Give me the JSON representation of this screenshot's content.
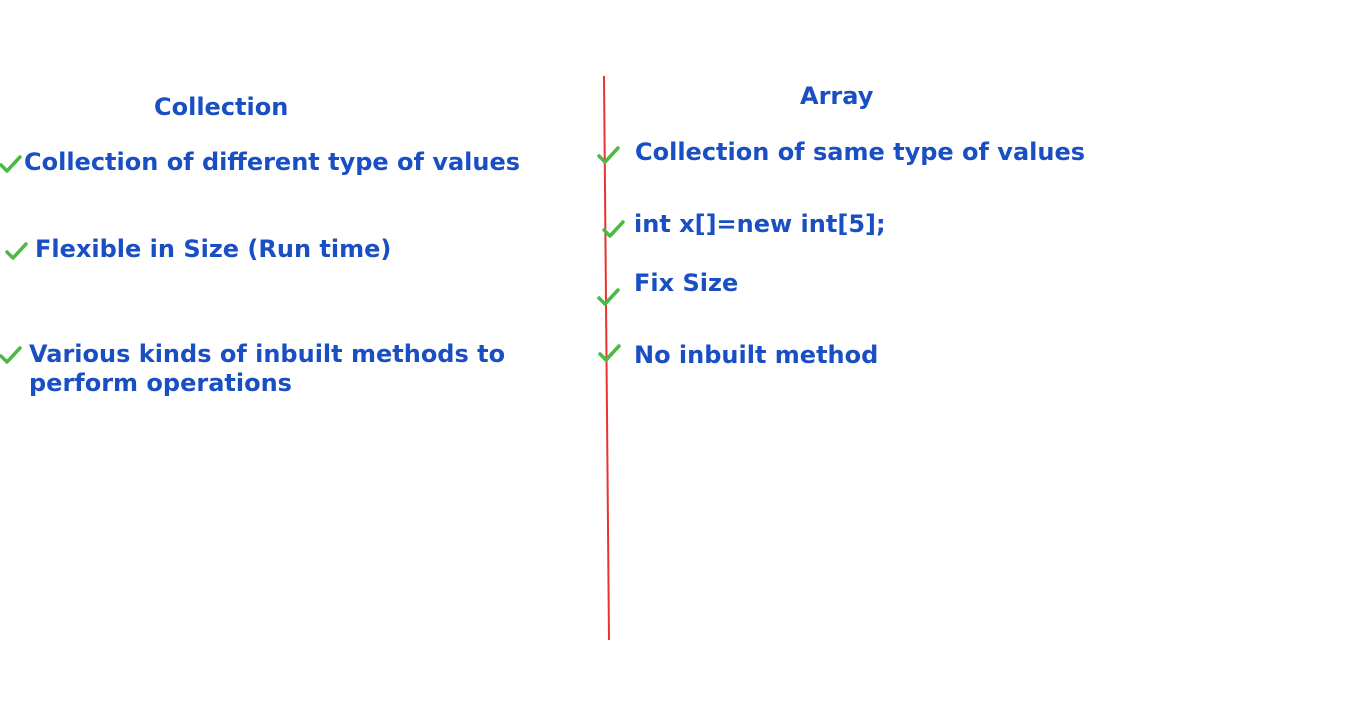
{
  "colors": {
    "text": "#1a4fc4",
    "check": "#4cb944",
    "divider": "#e8332f",
    "background": "#ffffff"
  },
  "left": {
    "heading": "Collection",
    "items": [
      {
        "icon": "check-icon",
        "lines": [
          "Collection of different type of values"
        ]
      },
      {
        "icon": "check-icon",
        "lines": [
          "Flexible in Size (Run time)"
        ]
      },
      {
        "icon": "check-icon",
        "lines": [
          "Various kinds of inbuilt methods to",
          "perform operations"
        ]
      }
    ]
  },
  "right": {
    "heading": "Array",
    "items": [
      {
        "icon": "check-icon",
        "lines": [
          "Collection of same type of values"
        ]
      },
      {
        "icon": "check-icon",
        "lines": [
          "int x[]=new int[5];"
        ]
      },
      {
        "icon": "check-icon",
        "lines": [
          "Fix Size"
        ]
      },
      {
        "icon": "check-icon",
        "lines": [
          "No inbuilt method"
        ]
      }
    ]
  }
}
